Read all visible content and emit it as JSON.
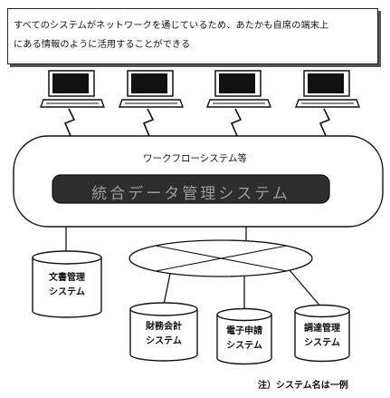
{
  "caption": {
    "line1": "すべてのシステムがネットワークを通じているため、あたかも自席の端末上",
    "line2": "にある情報のように活用することができる"
  },
  "workflow_label": "ワークフローシステム等",
  "integration_label": "統合データ管理システム",
  "databases": {
    "document": {
      "line1": "文書管理",
      "line2": "システム"
    },
    "finance": {
      "line1": "財務会計",
      "line2": "システム"
    },
    "application": {
      "line1": "電子申請",
      "line2": "システム"
    },
    "procurement": {
      "line1": "調達管理",
      "line2": "システム"
    }
  },
  "note": "注）システム名は一例",
  "colors": {
    "line": "#111111",
    "integration_box": "#2e2e2e",
    "screen": "#111111"
  }
}
